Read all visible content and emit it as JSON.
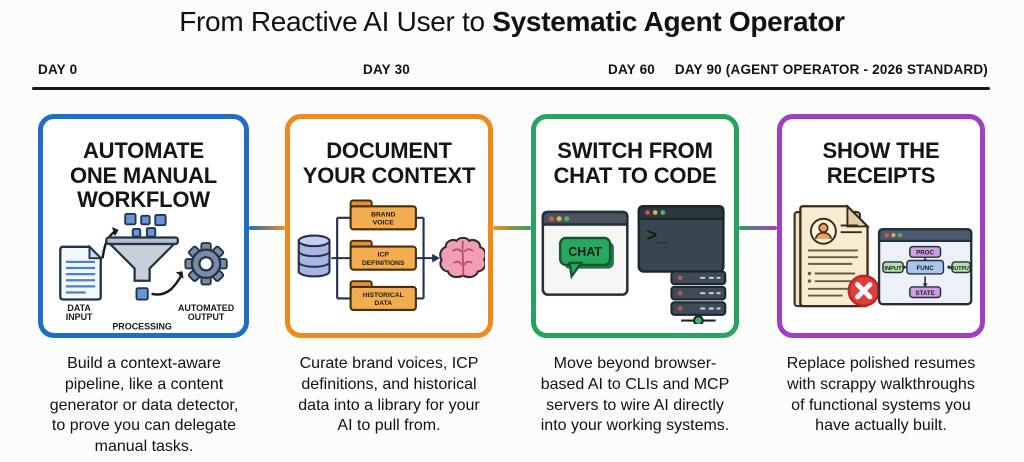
{
  "title": {
    "normal": "From Reactive AI User to ",
    "bold": "Systematic Agent Operator"
  },
  "timeline": {
    "day0": "DAY 0",
    "day30": "DAY 30",
    "day60": "DAY 60",
    "day90": "DAY 90 (AGENT OPERATOR - 2026 STANDARD)"
  },
  "colors": {
    "card1_accent": "#1e6ec6",
    "card2_accent": "#f08a1d",
    "card3_accent": "#27a35e",
    "card4_accent": "#a03fc4",
    "axis": "#1a1a1a",
    "chat_green": "#27a85f",
    "terminal_dark": "#37474f",
    "brain_pink": "#f29fb5",
    "folder_orange": "#f4ad4e",
    "error_red": "#e13d3d"
  },
  "cards": [
    {
      "title_lines": [
        "AUTOMATE",
        "ONE MANUAL",
        "WORKFLOW"
      ],
      "icon_labels": {
        "input_1": "DATA",
        "input_2": "INPUT",
        "processing": "PROCESSING",
        "output_1": "AUTOMATED",
        "output_2": "OUTPUT"
      },
      "caption_lines": [
        "Build a context-aware",
        "pipeline, like a content",
        "generator or data detector,",
        "to prove you can delegate",
        "manual tasks."
      ]
    },
    {
      "title_lines": [
        "DOCUMENT",
        "YOUR CONTEXT"
      ],
      "folders": [
        [
          "BRAND",
          "VOICE"
        ],
        [
          "ICP",
          "DEFINITIONS"
        ],
        [
          "HISTORICAL",
          "DATA"
        ]
      ],
      "caption_lines": [
        "Curate brand voices, ICP",
        "definitions, and historical",
        "data into a library for your",
        "AI to pull from."
      ]
    },
    {
      "title_lines": [
        "SWITCH FROM",
        "CHAT TO CODE"
      ],
      "chat_label": "CHAT",
      "terminal_prompt": ">_",
      "caption_lines": [
        "Move beyond browser-",
        "based AI to CLIs and MCP",
        "servers to wire AI directly",
        "into your working systems."
      ]
    },
    {
      "title_lines": [
        "SHOW THE",
        "RECEIPTS"
      ],
      "flow_nodes": {
        "top": "PROC",
        "left": "INPUT",
        "center": "FUNC",
        "right": "OUTPUT",
        "bottom": "STATE"
      },
      "caption_lines": [
        "Replace polished resumes",
        "with scrappy walkthroughs",
        "of functional systems you",
        "have actually built."
      ]
    }
  ]
}
